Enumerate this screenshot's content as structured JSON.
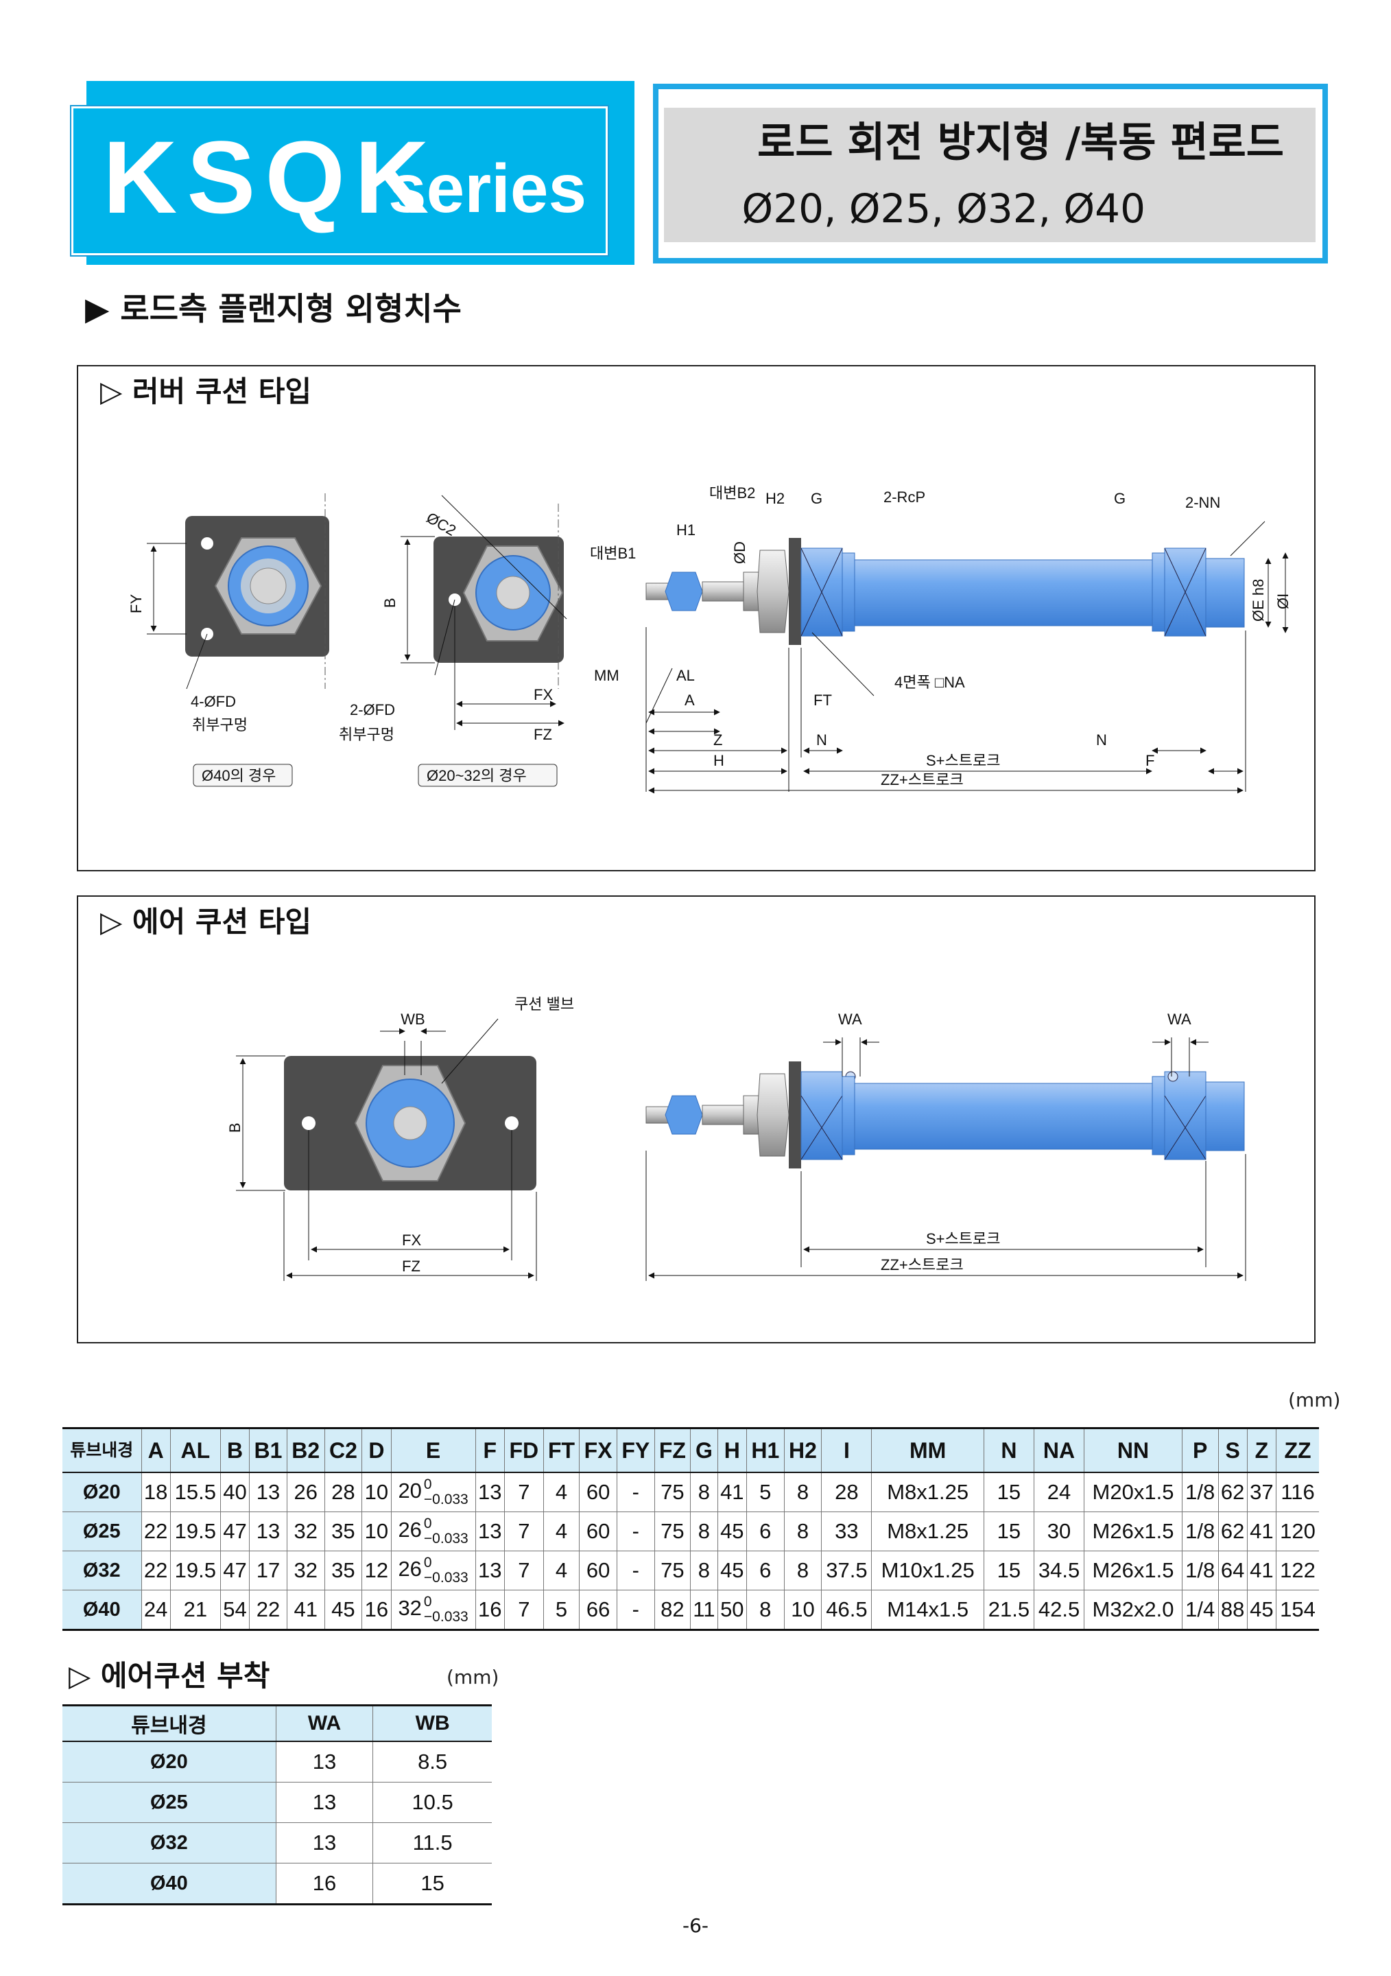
{
  "header": {
    "logo_main": "KSQK",
    "logo_sub": "series",
    "title": "로드 회전 방지형 /복동 편로드",
    "sizes": "Ø20, Ø25, Ø32, Ø40"
  },
  "section_title": "▶ 로드측 플랜지형 외형치수",
  "panel_rubber": {
    "title": "▷ 러버 쿠션 타입",
    "labels": {
      "fy": "FY",
      "c2": "ØC2",
      "b": "B",
      "fx": "FX",
      "fz": "FZ",
      "fd4": "4-ØFD",
      "fd2": "2-ØFD",
      "hole1": "취부구멍",
      "hole2": "취부구멍",
      "case40": "Ø40의 경우",
      "case20": "Ø20~32의 경우",
      "b2": "대변B2",
      "h2": "H2",
      "g1": "G",
      "rcp": "2-RcP",
      "g2": "G",
      "nn": "2-NN",
      "h1": "H1",
      "b1": "대변B1",
      "d": "ØD",
      "eh8": "ØE h8",
      "i": "ØI",
      "mm": "MM",
      "al": "AL",
      "a": "A",
      "ft": "FT",
      "na": "4면폭 □NA",
      "z": "Z",
      "n1": "N",
      "n2": "N",
      "h": "H",
      "s_stroke": "S+스트로크",
      "f": "F",
      "zz_stroke": "ZZ+스트로크"
    }
  },
  "panel_air": {
    "title": "▷ 에어 쿠션 타입",
    "labels": {
      "wb": "WB",
      "valve": "쿠션 밸브",
      "b": "B",
      "fx": "FX",
      "fz": "FZ",
      "wa1": "WA",
      "wa2": "WA",
      "s_stroke": "S+스트로크",
      "zz_stroke": "ZZ+스트로크"
    }
  },
  "dims_table": {
    "unit": "(mm)",
    "headers": [
      "튜브내경",
      "A",
      "AL",
      "B",
      "B1",
      "B2",
      "C2",
      "D",
      "E",
      "F",
      "FD",
      "FT",
      "FX",
      "FY",
      "FZ",
      "G",
      "H",
      "H1",
      "H2",
      "I",
      "MM",
      "N",
      "NA",
      "NN",
      "P",
      "S",
      "Z",
      "ZZ"
    ],
    "rows": [
      {
        "bore": "Ø20",
        "A": "18",
        "AL": "15.5",
        "B": "40",
        "B1": "13",
        "B2": "26",
        "C2": "28",
        "D": "10",
        "E": "20",
        "E_up": "0",
        "E_low": "−0.033",
        "F": "13",
        "FD": "7",
        "FT": "4",
        "FX": "60",
        "FY": "-",
        "FZ": "75",
        "G": "8",
        "H": "41",
        "H1": "5",
        "H2": "8",
        "I": "28",
        "MM": "M8x1.25",
        "N": "15",
        "NA": "24",
        "NN": "M20x1.5",
        "P": "1/8",
        "S": "62",
        "Z": "37",
        "ZZ": "116"
      },
      {
        "bore": "Ø25",
        "A": "22",
        "AL": "19.5",
        "B": "47",
        "B1": "13",
        "B2": "32",
        "C2": "35",
        "D": "10",
        "E": "26",
        "E_up": "0",
        "E_low": "−0.033",
        "F": "13",
        "FD": "7",
        "FT": "4",
        "FX": "60",
        "FY": "-",
        "FZ": "75",
        "G": "8",
        "H": "45",
        "H1": "6",
        "H2": "8",
        "I": "33",
        "MM": "M8x1.25",
        "N": "15",
        "NA": "30",
        "NN": "M26x1.5",
        "P": "1/8",
        "S": "62",
        "Z": "41",
        "ZZ": "120"
      },
      {
        "bore": "Ø32",
        "A": "22",
        "AL": "19.5",
        "B": "47",
        "B1": "17",
        "B2": "32",
        "C2": "35",
        "D": "12",
        "E": "26",
        "E_up": "0",
        "E_low": "−0.033",
        "F": "13",
        "FD": "7",
        "FT": "4",
        "FX": "60",
        "FY": "-",
        "FZ": "75",
        "G": "8",
        "H": "45",
        "H1": "6",
        "H2": "8",
        "I": "37.5",
        "MM": "M10x1.25",
        "N": "15",
        "NA": "34.5",
        "NN": "M26x1.5",
        "P": "1/8",
        "S": "64",
        "Z": "41",
        "ZZ": "122"
      },
      {
        "bore": "Ø40",
        "A": "24",
        "AL": "21",
        "B": "54",
        "B1": "22",
        "B2": "41",
        "C2": "45",
        "D": "16",
        "E": "32",
        "E_up": "0",
        "E_low": "−0.033",
        "F": "16",
        "FD": "7",
        "FT": "5",
        "FX": "66",
        "FY": "-",
        "FZ": "82",
        "G": "11",
        "H": "50",
        "H1": "8",
        "H2": "10",
        "I": "46.5",
        "MM": "M14x1.5",
        "N": "21.5",
        "NA": "42.5",
        "NN": "M32x2.0",
        "P": "1/4",
        "S": "88",
        "Z": "45",
        "ZZ": "154"
      }
    ]
  },
  "air_table": {
    "title": "▷ 에어쿠션 부착",
    "unit": "(mm)",
    "headers": [
      "튜브내경",
      "WA",
      "WB"
    ],
    "rows": [
      {
        "bore": "Ø20",
        "WA": "13",
        "WB": "8.5"
      },
      {
        "bore": "Ø25",
        "WA": "13",
        "WB": "10.5"
      },
      {
        "bore": "Ø32",
        "WA": "13",
        "WB": "11.5"
      },
      {
        "bore": "Ø40",
        "WA": "16",
        "WB": "15"
      }
    ]
  },
  "page_number": "-6-",
  "colors": {
    "accent": "#00b4ea",
    "frame": "#20a8e6",
    "table_head": "#d4edf8",
    "cylinder": "#6fa8ef",
    "flange": "#4d4d4d"
  }
}
